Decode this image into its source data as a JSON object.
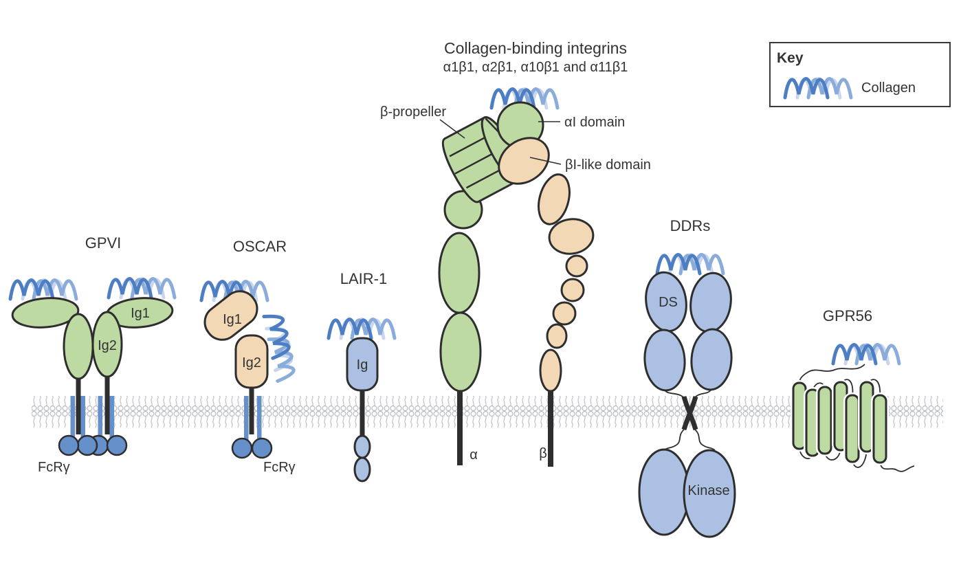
{
  "key": {
    "title": "Key",
    "collagen_label": "Collagen"
  },
  "gpvi": {
    "title": "GPVI",
    "ig1_label": "Ig1",
    "ig2_label": "Ig2",
    "fcr_label": "FcRγ"
  },
  "oscar": {
    "title": "OSCAR",
    "ig1_label": "Ig1",
    "ig2_label": "Ig2",
    "fcr_label": "FcRγ"
  },
  "lair1": {
    "title": "LAIR-1",
    "ig_label": "Ig"
  },
  "integrins": {
    "title": "Collagen-binding integrins",
    "subtitle": "α1β1, α2β1, α10β1 and α11β1",
    "propeller_label": "β-propeller",
    "alpha_i_label": "αI domain",
    "beta_i_label": "βI-like domain",
    "alpha_label": "α",
    "beta_label": "β"
  },
  "ddrs": {
    "title": "DDRs",
    "ds_label": "DS",
    "kinase_label": "Kinase"
  },
  "gpr56": {
    "title": "GPR56"
  },
  "colors": {
    "green": "#bedaa3",
    "tan": "#f3d8b6",
    "blue_light": "#abc0e2",
    "blue_mid": "#6590c9",
    "collagen_dark": "#4d7ec3",
    "collagen_mid": "#8aacdb",
    "collagen_light": "#c9d7ee",
    "outline": "#2e2e2e",
    "membrane": "#b9bcc4"
  }
}
